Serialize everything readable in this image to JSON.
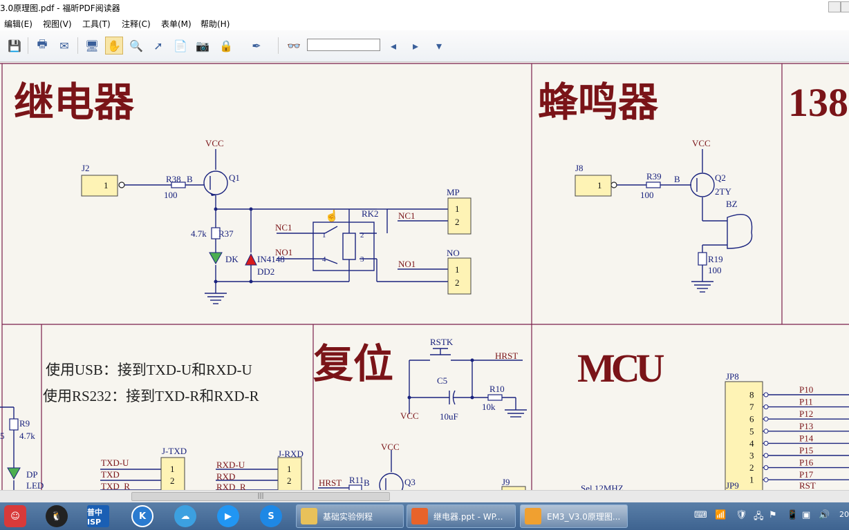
{
  "window": {
    "title": "3.0原理图.pdf - 福昕PDF阅读器"
  },
  "menu": [
    {
      "label": "编辑(E)"
    },
    {
      "label": "视图(V)"
    },
    {
      "label": "工具(T)"
    },
    {
      "label": "注释(C)"
    },
    {
      "label": "表单(M)"
    },
    {
      "label": "帮助(H)"
    }
  ],
  "toolbar": {
    "search_value": ""
  },
  "schematic": {
    "relay": {
      "title": "继电器",
      "vcc": "VCC",
      "j2": "J2",
      "j2_pin": "1",
      "r38": "R38",
      "r38_val": "100",
      "b": "B",
      "q1": "Q1",
      "r37_val": "4.7k",
      "r37": "R37",
      "dk": "DK",
      "in4148": "IN4148",
      "dd2": "DD2",
      "nc1": "NC1",
      "no1": "NO1",
      "rk2": "RK2",
      "p1": "1",
      "p2": "2",
      "p4": "4",
      "p3": "3",
      "mp": "MP",
      "mp_1": "1",
      "mp_2": "2",
      "nc1_r": "NC1",
      "no": "NO",
      "no_1": "1",
      "no_2": "2",
      "no1_r": "NO1"
    },
    "buzzer": {
      "title": "蜂鸣器",
      "vcc": "VCC",
      "j8": "J8",
      "j8_pin": "1",
      "r39": "R39",
      "r39_val": "100",
      "b": "B",
      "q2": "Q2",
      "q2_type": "2TY",
      "bz": "BZ",
      "r19": "R19",
      "r19_val": "100"
    },
    "partial_title": "138",
    "usb": {
      "line1": "使用USB：接到TXD-U和RXD-U",
      "line2": "使用RS232：接到TXD-R和RXD-R",
      "r9": "R9",
      "r9_val": "4.7k",
      "dp": "DP",
      "led": "LED",
      "left5": "5",
      "jtxd": "J-TXD",
      "jrxd": "J-RXD",
      "txdu": "TXD-U",
      "txd": "TXD",
      "txdr": "TXD_R",
      "rxdu": "RXD-U",
      "rxd": "RXD",
      "rxdr": "RXD_R",
      "pin1": "1",
      "pin2": "2"
    },
    "reset": {
      "title": "复位",
      "rstk": "RSTK",
      "hrst": "HRST",
      "c5": "C5",
      "c5_val": "10uF",
      "r10": "R10",
      "r10_val": "10k",
      "vcc": "VCC",
      "vcc2": "VCC",
      "hrst2": "HRST",
      "r11": "R11",
      "b": "B",
      "q3": "Q3",
      "j9": "J9"
    },
    "mcu": {
      "title": "MCU",
      "jp8": "JP8",
      "jp9": "JP9",
      "xtal": "Sel 12MHZ",
      "pins": [
        {
          "num": "8",
          "net": "P10"
        },
        {
          "num": "7",
          "net": "P11"
        },
        {
          "num": "6",
          "net": "P12"
        },
        {
          "num": "5",
          "net": "P13"
        },
        {
          "num": "4",
          "net": "P14"
        },
        {
          "num": "3",
          "net": "P15"
        },
        {
          "num": "2",
          "net": "P16"
        },
        {
          "num": "1",
          "net": "P17"
        }
      ],
      "rst": "RST"
    }
  },
  "taskbar": {
    "tasks": [
      {
        "label": "基础实验例程"
      },
      {
        "label": "继电器.ppt - WP..."
      },
      {
        "label": "EM3_V3.0原理图..."
      }
    ],
    "quick": [
      "普中ISP"
    ],
    "clock": "20"
  }
}
